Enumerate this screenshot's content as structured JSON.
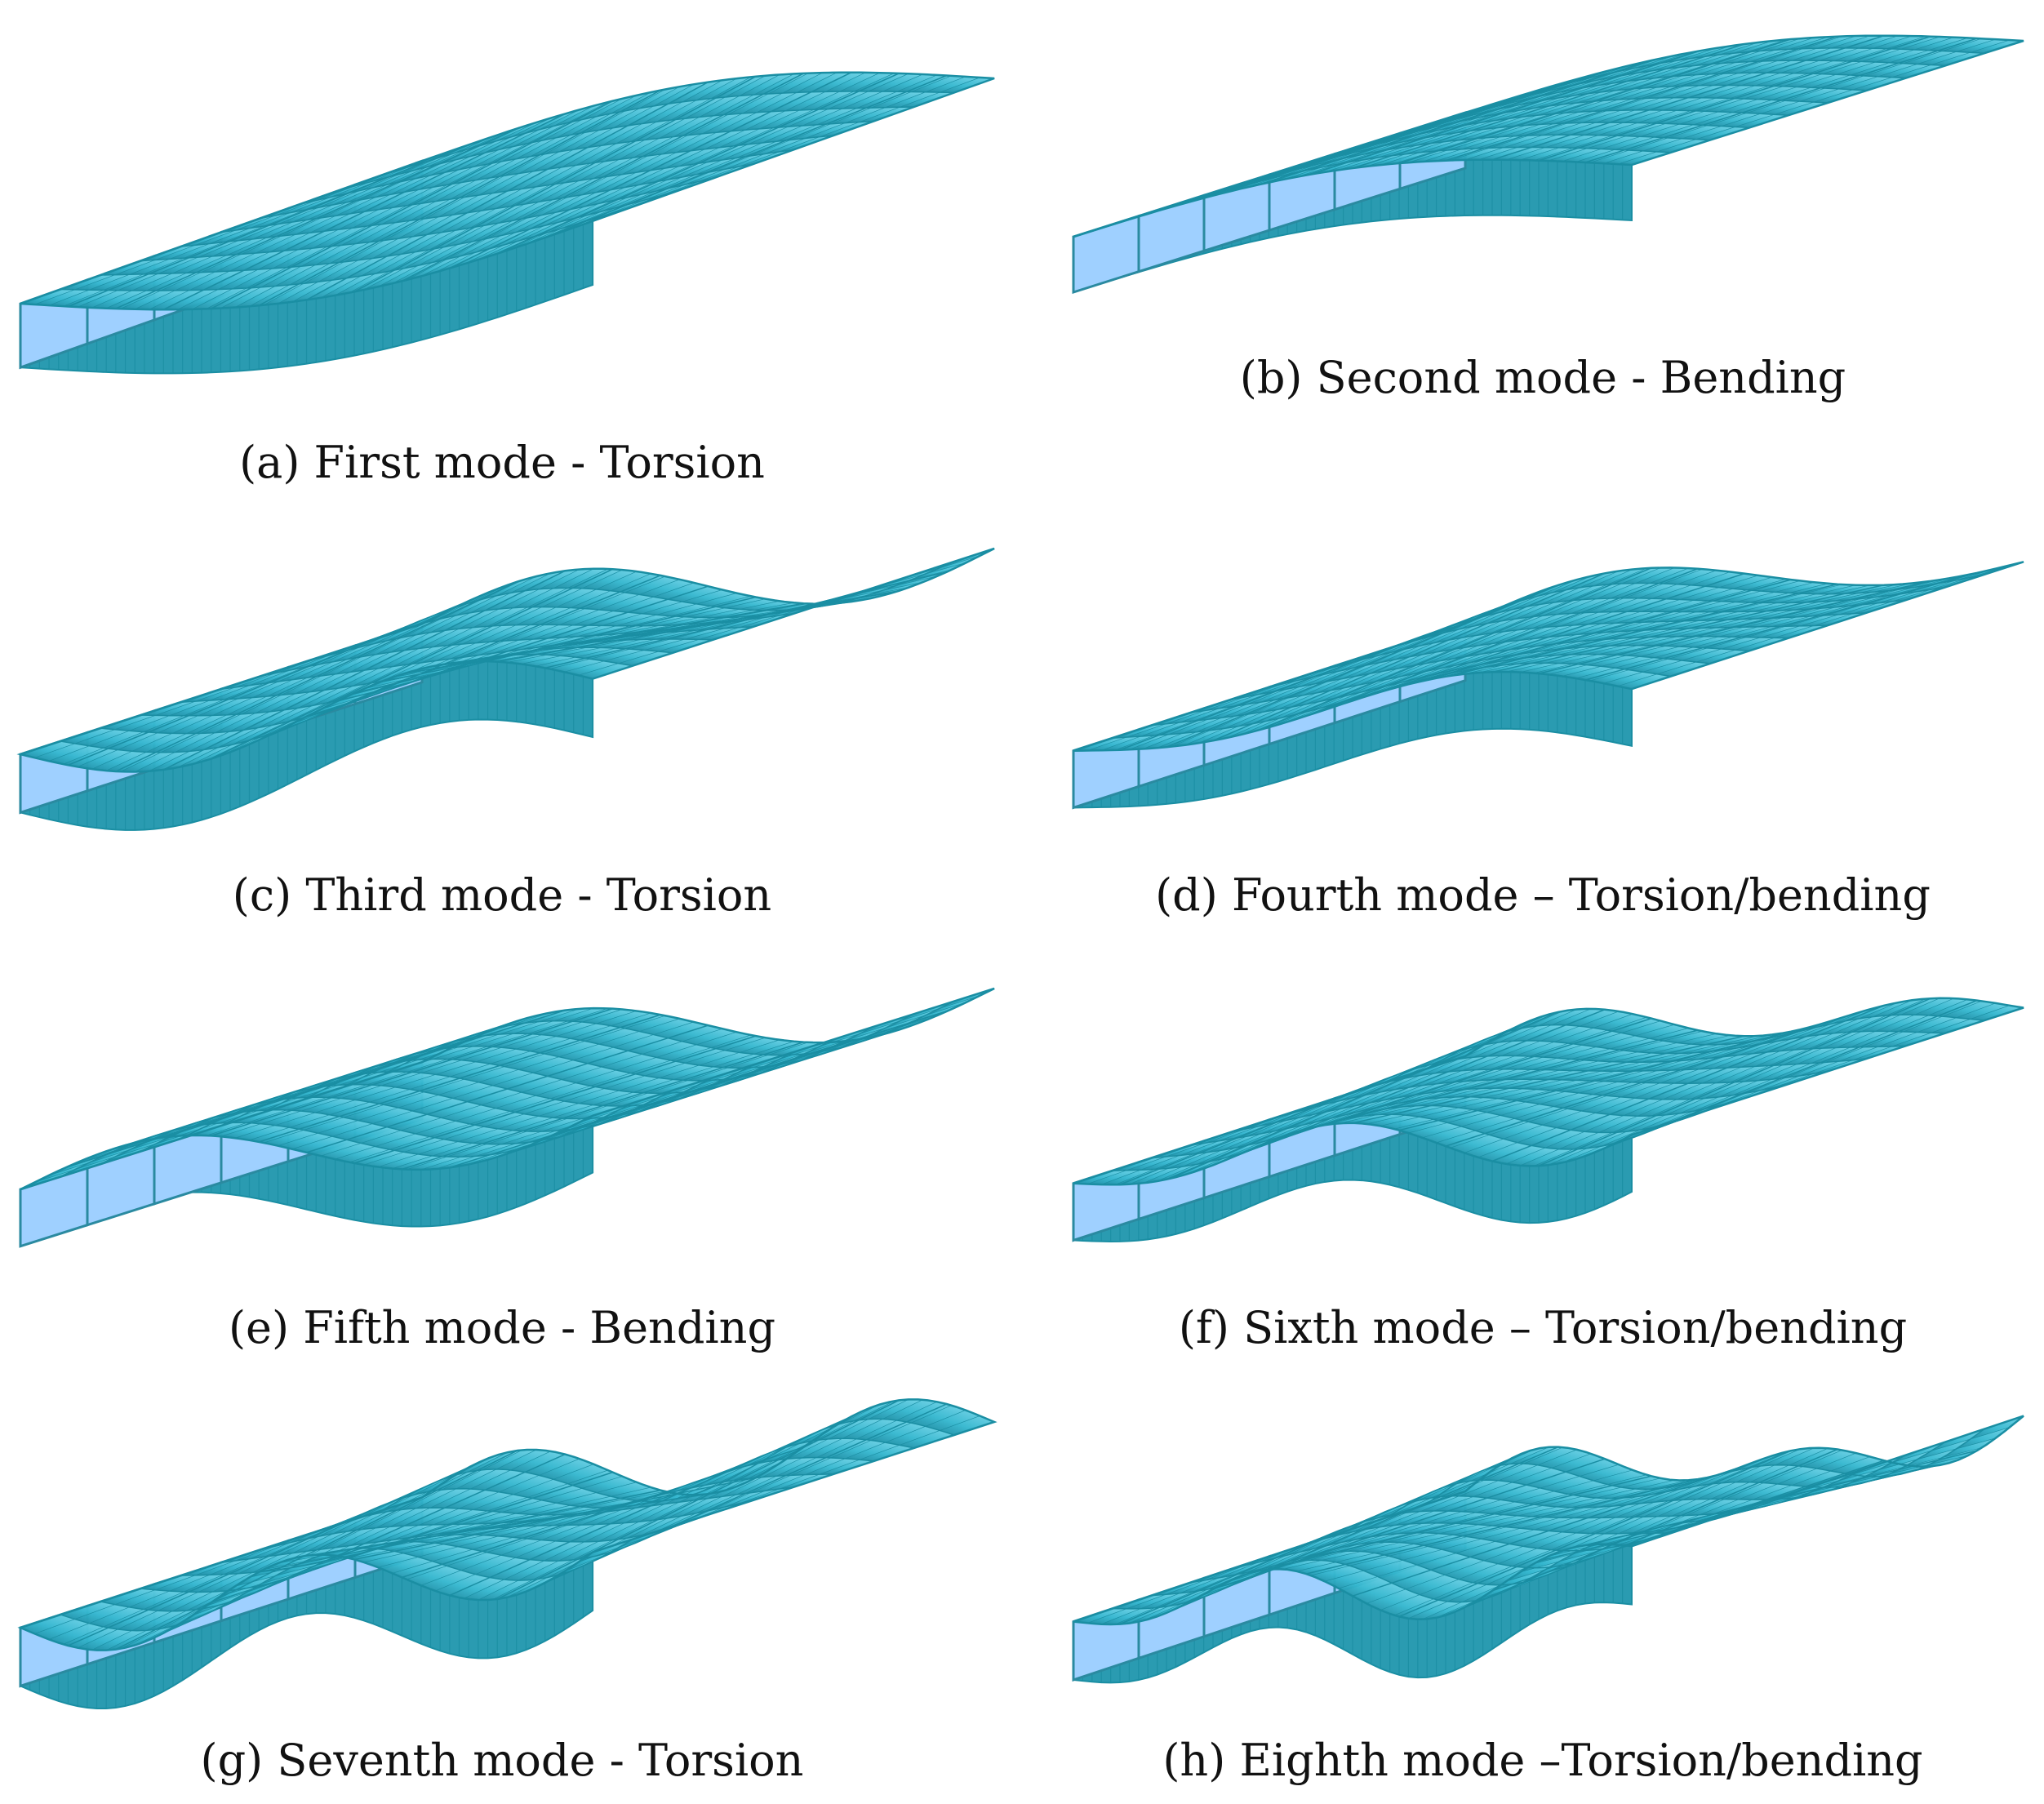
{
  "figure": {
    "colors": {
      "surface": "#36b8d0",
      "surface_light": "#6fd3e6",
      "surface_dark": "#1f8da3",
      "mesh": "#1a8ea3",
      "side": "#2a9bb1",
      "cell": "#9fd0ff",
      "cell_edge": "#2a8aa0"
    },
    "panels": [
      {
        "id": "a",
        "caption": "(a) First mode - Torsion",
        "mode": "torsion",
        "waves": 1
      },
      {
        "id": "b",
        "caption": "(b) Second mode - Bending",
        "mode": "bending",
        "waves": 1
      },
      {
        "id": "c",
        "caption": "(c) Third mode - Torsion",
        "mode": "torsion",
        "waves": 2
      },
      {
        "id": "d",
        "caption": "(d) Fourth mode – Torsion/bending",
        "mode": "torsion-bending",
        "waves": 2
      },
      {
        "id": "e",
        "caption": "(e) Fifth mode - Bending",
        "mode": "bending",
        "waves": 2
      },
      {
        "id": "f",
        "caption": "(f) Sixth mode – Torsion/bending",
        "mode": "torsion-bending",
        "waves": 3
      },
      {
        "id": "g",
        "caption": "(g) Seventh mode - Torsion",
        "mode": "torsion",
        "waves": 3
      },
      {
        "id": "h",
        "caption": "(h) Eighth mode –Torsion/bending",
        "mode": "torsion-bending",
        "waves": 4
      }
    ]
  }
}
